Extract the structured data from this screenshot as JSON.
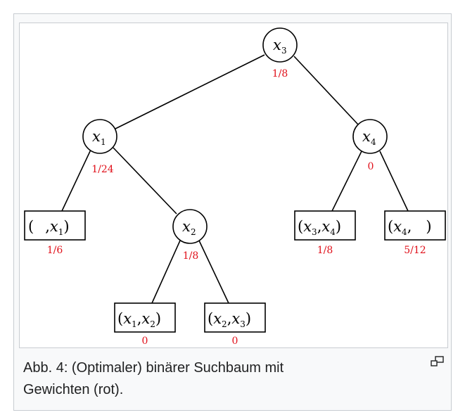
{
  "figure": {
    "caption": "Abb. 4: (Optimaler) binärer Suchbaum mit Gewichten (rot).",
    "caption_line1": "Abb. 4: (Optimaler) binärer Suchbaum mit",
    "caption_line2": "Gewichten (rot).",
    "enlarge_icon": "magnify-clip-icon",
    "weight_color": "#e0101a"
  },
  "tree": {
    "internal_nodes": [
      {
        "id": "x3",
        "var": "x",
        "sub": "3",
        "weight": "1/8"
      },
      {
        "id": "x1",
        "var": "x",
        "sub": "1",
        "weight": "1/24"
      },
      {
        "id": "x4",
        "var": "x",
        "sub": "4",
        "weight": "0"
      },
      {
        "id": "x2",
        "var": "x",
        "sub": "2",
        "weight": "1/8"
      }
    ],
    "leaves": [
      {
        "id": "leaf-none-x1",
        "label": "( ,x1)",
        "weight": "1/6"
      },
      {
        "id": "leaf-x3-x4",
        "label": "(x3,x4)",
        "weight": "1/8"
      },
      {
        "id": "leaf-x4-none",
        "label": "(x4, )",
        "weight": "5/12"
      },
      {
        "id": "leaf-x1-x2",
        "label": "(x1,x2)",
        "weight": "0"
      },
      {
        "id": "leaf-x2-x3",
        "label": "(x2,x3)",
        "weight": "0"
      }
    ]
  }
}
